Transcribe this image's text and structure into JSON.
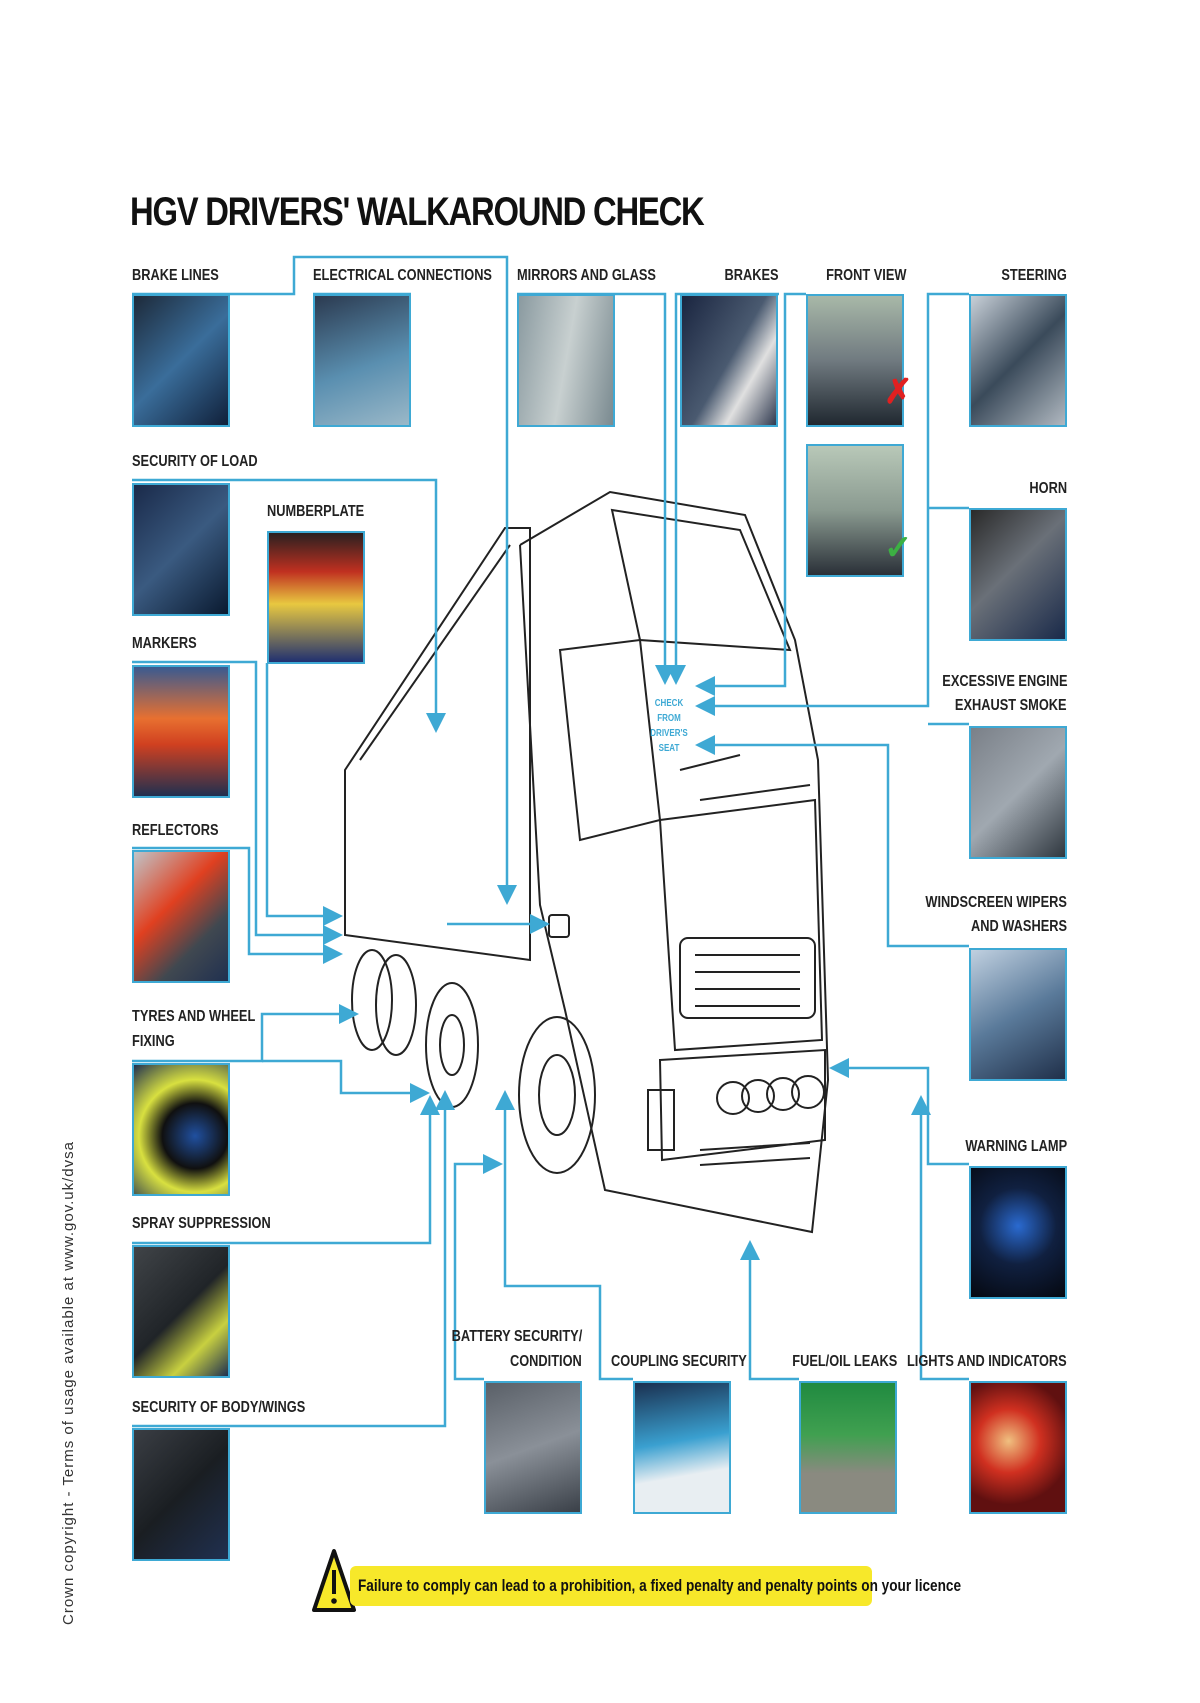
{
  "title": "HGV DRIVERS' WALKAROUND CHECK",
  "checks": {
    "brake_lines": "BRAKE LINES",
    "electrical_connections": "ELECTRICAL CONNECTIONS",
    "mirrors_and_glass": "MIRRORS AND GLASS",
    "brakes": "BRAKES",
    "front_view": "FRONT VIEW",
    "steering": "STEERING",
    "horn": "HORN",
    "security_of_load": "SECURITY OF LOAD",
    "numberplate": "NUMBERPLATE",
    "markers": "MARKERS",
    "reflectors": "REFLECTORS",
    "tyres_line1": "TYRES AND WHEEL",
    "tyres_line2": "FIXING",
    "spray_suppression": "SPRAY SUPPRESSION",
    "security_of_body": "SECURITY OF BODY/WINGS",
    "exhaust_line1": "EXCESSIVE ENGINE",
    "exhaust_line2": "EXHAUST SMOKE",
    "wipers_line1": "WINDSCREEN WIPERS",
    "wipers_line2": "AND WASHERS",
    "warning_lamp": "WARNING LAMP",
    "battery_line1": "BATTERY SECURITY/",
    "battery_line2": "CONDITION",
    "coupling_security": "COUPLING SECURITY",
    "fuel_oil_leaks": "FUEL/OIL LEAKS",
    "lights_and_indicators": "LIGHTS AND INDICATORS"
  },
  "center_note": {
    "line1": "CHECK FROM",
    "line2": "DRIVER'S",
    "line3": "SEAT"
  },
  "front_view_marks": {
    "bad": "✗",
    "good": "✓"
  },
  "warning": "Failure to comply can lead to a prohibition, a fixed penalty and penalty points on your licence",
  "side_text": "Crown copyright - Terms of usage available at www.gov.uk/dvsa",
  "colors": {
    "line_blue": "#3ea9d4",
    "warning_yellow": "#f7e82a",
    "bad_red": "#e02020",
    "good_green": "#3cb043"
  }
}
